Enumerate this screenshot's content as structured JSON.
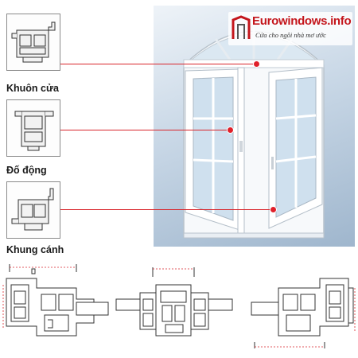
{
  "brand": {
    "name": "Eurowindows.info",
    "tagline": "Cửa cho ngôi nhà mơ ước",
    "accent_color": "#c4161c"
  },
  "profiles": [
    {
      "label": "Khuôn cửa"
    },
    {
      "label": "Đố động"
    },
    {
      "label": "Khung cánh"
    }
  ],
  "colors": {
    "leader_line": "#d9262c",
    "window_frame": "#ffffff",
    "glass": "#cfe0ee",
    "drawing_stroke": "#333333"
  }
}
